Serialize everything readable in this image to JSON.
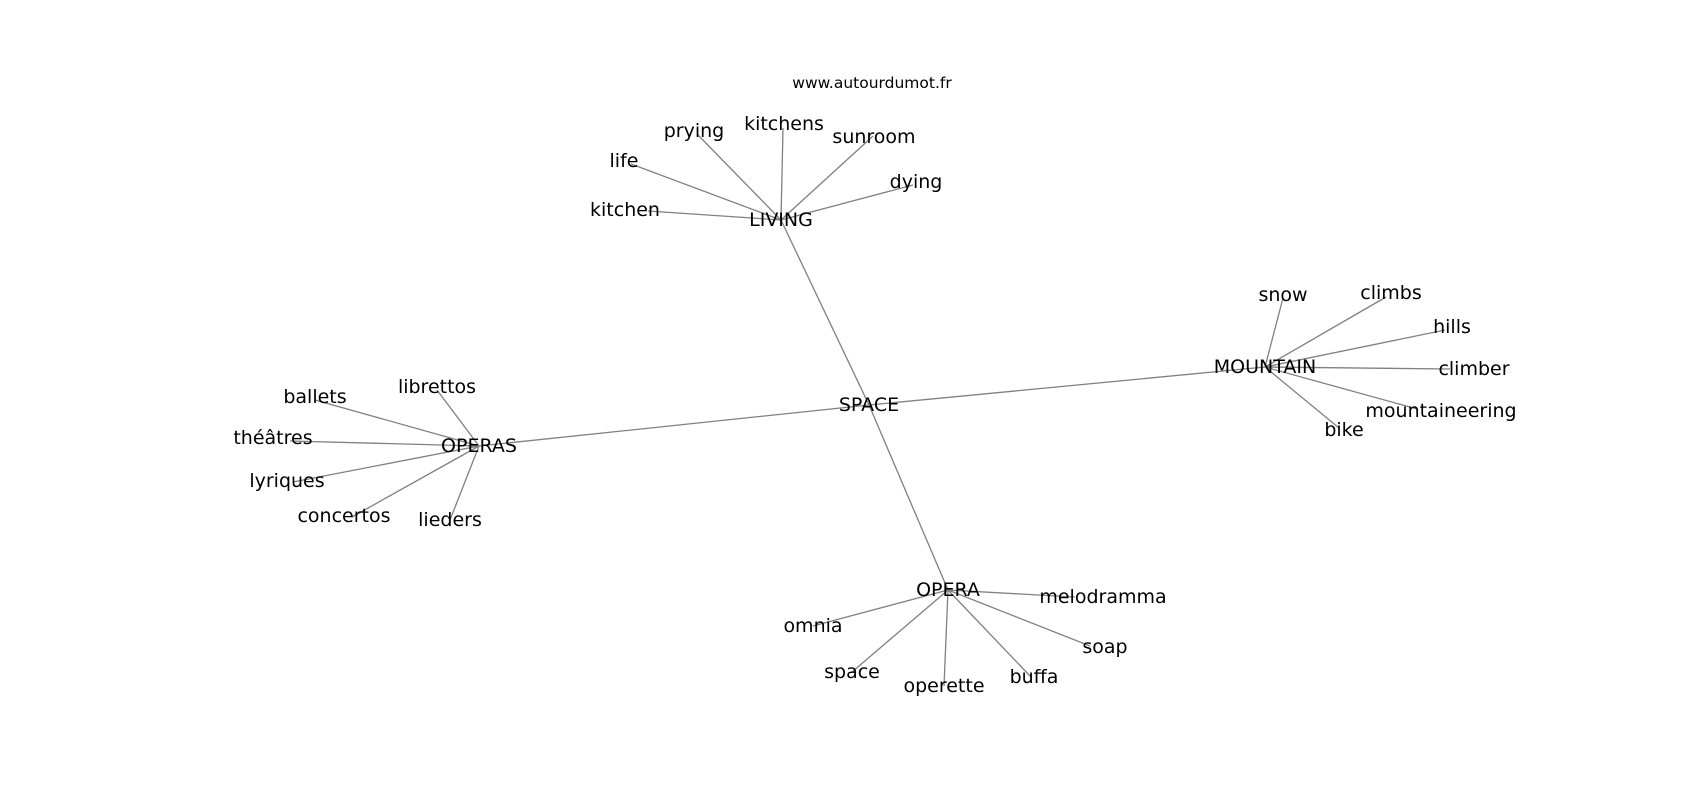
{
  "source": "www.autourdumot.fr",
  "colors": {
    "edge": "#808080",
    "text": "#000000",
    "background": "#ffffff"
  },
  "nodes": [
    {
      "id": "space",
      "label": "SPACE"
    },
    {
      "id": "living",
      "label": "LIVING"
    },
    {
      "id": "mountain",
      "label": "MOUNTAIN"
    },
    {
      "id": "operas",
      "label": "OPERAS"
    },
    {
      "id": "opera",
      "label": "OPERA"
    },
    {
      "id": "prying",
      "label": "prying"
    },
    {
      "id": "kitchens",
      "label": "kitchens"
    },
    {
      "id": "sunroom",
      "label": "sunroom"
    },
    {
      "id": "life",
      "label": "life"
    },
    {
      "id": "dying",
      "label": "dying"
    },
    {
      "id": "kitchen",
      "label": "kitchen"
    },
    {
      "id": "snow",
      "label": "snow"
    },
    {
      "id": "climbs",
      "label": "climbs"
    },
    {
      "id": "hills",
      "label": "hills"
    },
    {
      "id": "climber",
      "label": "climber"
    },
    {
      "id": "mountaineering",
      "label": "mountaineering"
    },
    {
      "id": "bike",
      "label": "bike"
    },
    {
      "id": "librettos",
      "label": "librettos"
    },
    {
      "id": "ballets",
      "label": "ballets"
    },
    {
      "id": "theatres",
      "label": "théâtres"
    },
    {
      "id": "lyriques",
      "label": "lyriques"
    },
    {
      "id": "concertos",
      "label": "concertos"
    },
    {
      "id": "lieders",
      "label": "lieders"
    },
    {
      "id": "melodramma",
      "label": "melodramma"
    },
    {
      "id": "omnia",
      "label": "omnia"
    },
    {
      "id": "soap",
      "label": "soap"
    },
    {
      "id": "space_lc",
      "label": "space"
    },
    {
      "id": "operette",
      "label": "operette"
    },
    {
      "id": "buffa",
      "label": "buffa"
    }
  ],
  "edges": [
    [
      "space",
      "living"
    ],
    [
      "space",
      "mountain"
    ],
    [
      "space",
      "operas"
    ],
    [
      "space",
      "opera"
    ],
    [
      "living",
      "prying"
    ],
    [
      "living",
      "kitchens"
    ],
    [
      "living",
      "sunroom"
    ],
    [
      "living",
      "life"
    ],
    [
      "living",
      "dying"
    ],
    [
      "living",
      "kitchen"
    ],
    [
      "mountain",
      "snow"
    ],
    [
      "mountain",
      "climbs"
    ],
    [
      "mountain",
      "hills"
    ],
    [
      "mountain",
      "climber"
    ],
    [
      "mountain",
      "mountaineering"
    ],
    [
      "mountain",
      "bike"
    ],
    [
      "operas",
      "librettos"
    ],
    [
      "operas",
      "ballets"
    ],
    [
      "operas",
      "theatres"
    ],
    [
      "operas",
      "lyriques"
    ],
    [
      "operas",
      "concertos"
    ],
    [
      "operas",
      "lieders"
    ],
    [
      "opera",
      "melodramma"
    ],
    [
      "opera",
      "omnia"
    ],
    [
      "opera",
      "soap"
    ],
    [
      "opera",
      "space_lc"
    ],
    [
      "opera",
      "operette"
    ],
    [
      "opera",
      "buffa"
    ]
  ]
}
